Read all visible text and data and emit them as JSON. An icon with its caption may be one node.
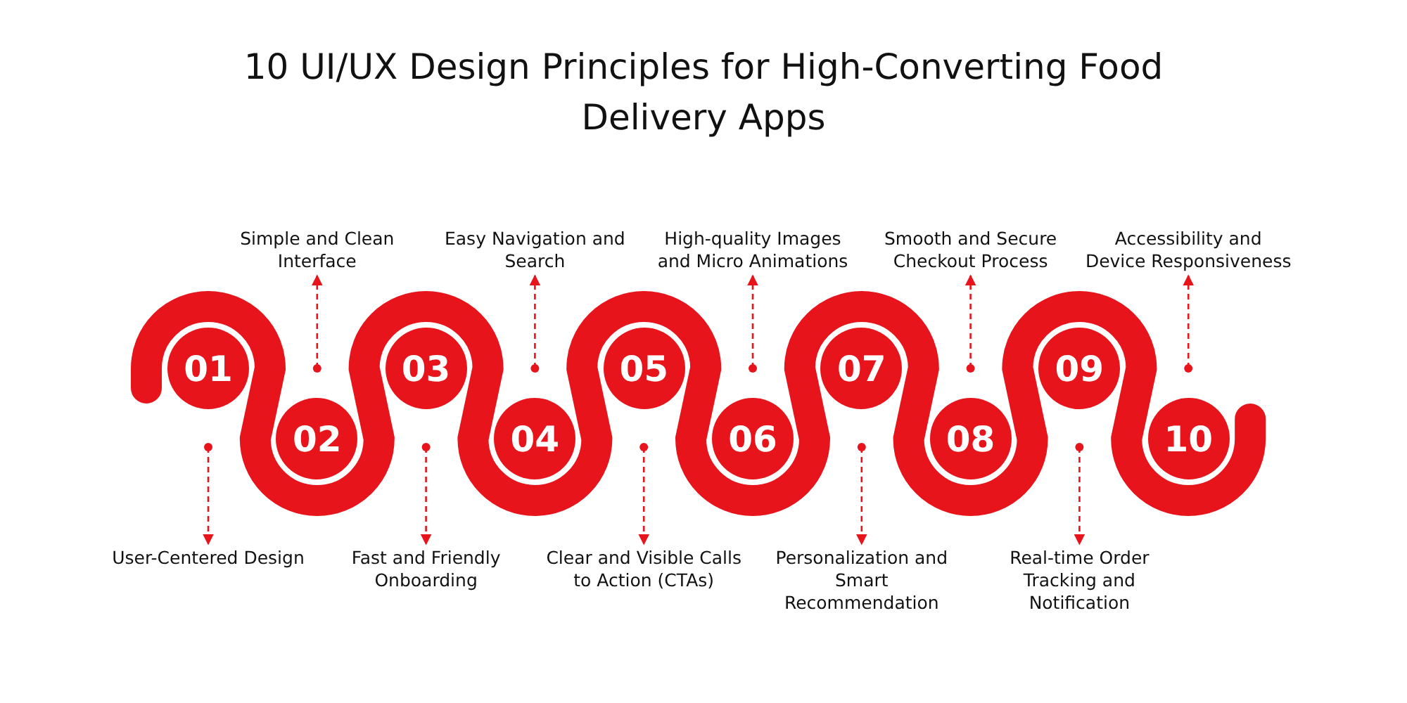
{
  "diagram": {
    "title": "10 UI/UX Design Principles for High-Converting Food Delivery Apps",
    "nodes": [
      {
        "text": [
          "01"
        ]
      },
      {
        "text": [
          "02"
        ]
      },
      {
        "text": [
          "03"
        ]
      },
      {
        "text": [
          "04"
        ]
      },
      {
        "text": [
          "05"
        ]
      },
      {
        "text": [
          "06"
        ]
      },
      {
        "text": [
          "07"
        ]
      },
      {
        "text": [
          "08"
        ]
      },
      {
        "text": [
          "09"
        ]
      },
      {
        "text": [
          "10"
        ]
      },
      {
        "text": [
          "User-Centered Design"
        ]
      },
      {
        "text": [
          "Simple and Clean Interface"
        ]
      },
      {
        "text": [
          "Fast and Friendly Onboarding"
        ]
      },
      {
        "text": [
          "Easy Navigation and Search"
        ]
      },
      {
        "text": [
          "Clear and Visible Calls to Action (CTAs)"
        ]
      },
      {
        "text": [
          "High-quality Images and Micro Animations"
        ]
      },
      {
        "text": [
          "Personalization and Smart Recommendation"
        ]
      },
      {
        "text": [
          "Smooth and Secure Checkout Process"
        ]
      },
      {
        "text": [
          "Real-time Order Tracking and Notification"
        ]
      },
      {
        "text": [
          "Accessibility and Device Responsiveness"
        ]
      }
    ],
    "edges": [
      {
        "from": null,
        "to": 10,
        "arrow": "to",
        "style": "dashed"
      },
      {
        "from": null,
        "to": 11,
        "arrow": "to",
        "style": "dashed"
      },
      {
        "from": null,
        "to": 12,
        "arrow": "to",
        "style": "dashed"
      },
      {
        "from": null,
        "to": 13,
        "arrow": "to",
        "style": "dashed"
      },
      {
        "from": null,
        "to": 14,
        "arrow": "to",
        "style": "dashed"
      },
      {
        "from": null,
        "to": 15,
        "arrow": "to",
        "style": "dashed"
      },
      {
        "from": null,
        "to": 16,
        "arrow": "to",
        "style": "dashed"
      },
      {
        "from": null,
        "to": 17,
        "arrow": "to",
        "style": "dashed"
      },
      {
        "from": null,
        "to": 18,
        "arrow": "to",
        "style": "dashed"
      },
      {
        "from": null,
        "to": 19,
        "arrow": "to",
        "style": "dashed"
      }
    ]
  }
}
